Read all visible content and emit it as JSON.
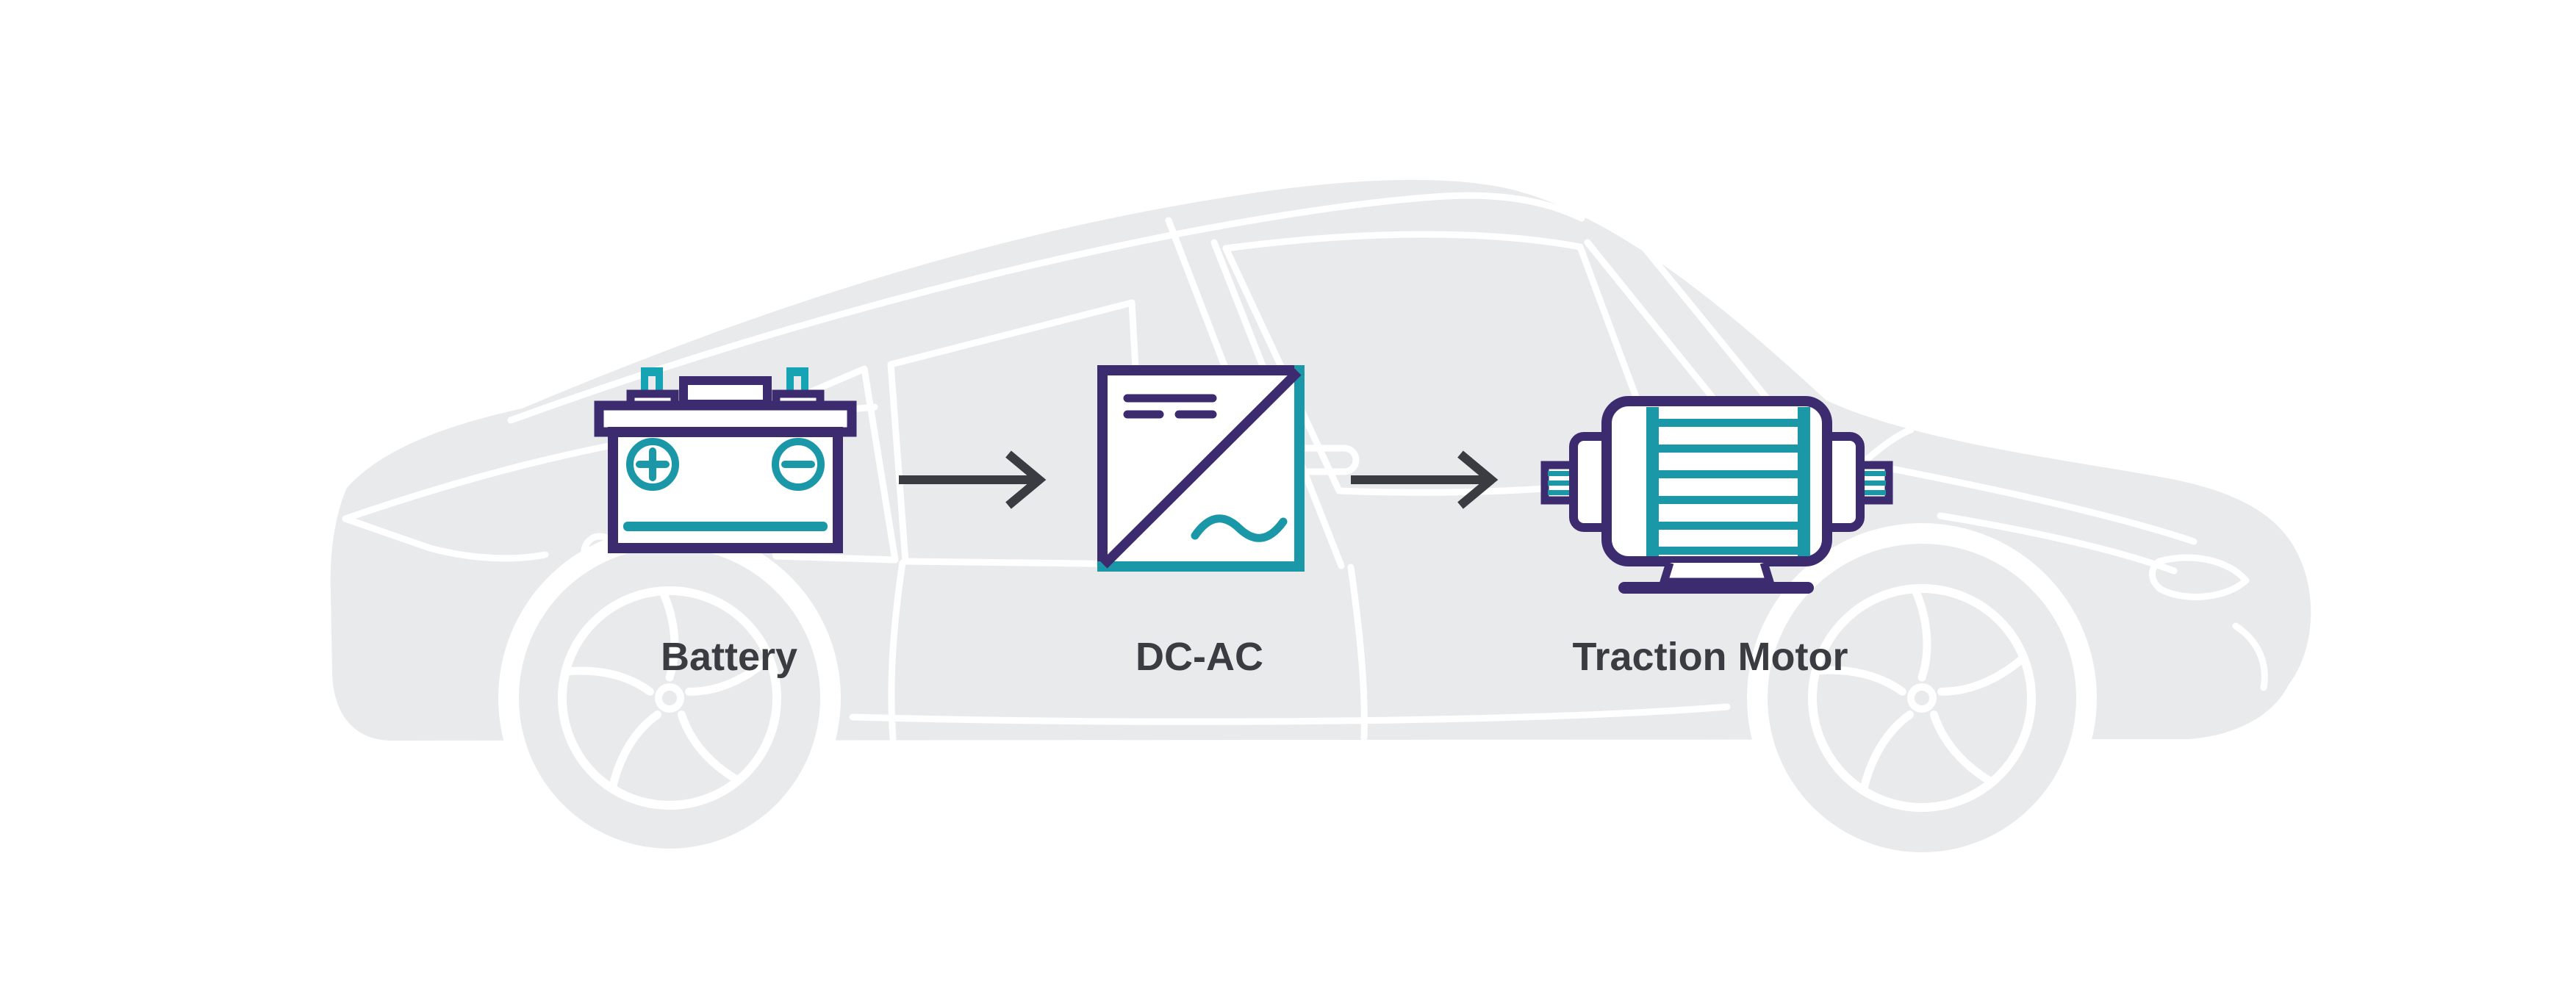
{
  "diagram": {
    "type": "flow",
    "subject": "electric-vehicle-powertrain",
    "components": [
      {
        "id": "battery",
        "label": "Battery",
        "icon": "battery-icon"
      },
      {
        "id": "inverter",
        "label": "DC-AC",
        "icon": "dc-ac-inverter-icon"
      },
      {
        "id": "motor",
        "label": "Traction Motor",
        "icon": "traction-motor-icon"
      }
    ],
    "connectors": [
      {
        "from": "battery",
        "to": "inverter",
        "icon": "arrow-right-icon"
      },
      {
        "from": "inverter",
        "to": "motor",
        "icon": "arrow-right-icon"
      }
    ],
    "battery_symbols": {
      "positive": "+",
      "negative": "−"
    },
    "background": {
      "icon": "car-silhouette",
      "style": "light-gray outline of car side profile"
    },
    "colors": {
      "outline_purple": "#3d2b70",
      "accent_teal": "#1b98a8",
      "terminal_teal": "#16a3b3",
      "label_and_arrow_gray": "#3b3c42",
      "car_silhouette_gray": "#e9eaec",
      "background_white": "#ffffff"
    }
  }
}
